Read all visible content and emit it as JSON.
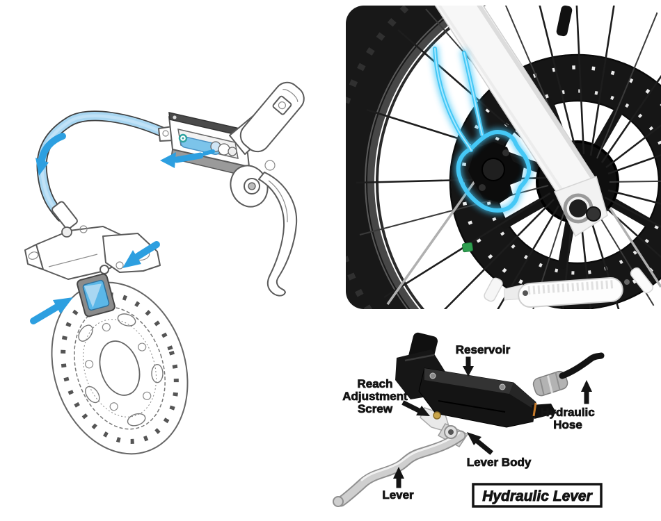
{
  "colors": {
    "background": "#ffffff",
    "arrow_blue": "#2d9fe0",
    "hose_fill_blue": "#a9d7f2",
    "hose_core_blue": "#c3e3f7",
    "highlight_glow_cyan": "#45c8f6",
    "line_art_gray": "#5a5a5a",
    "label_black": "#141414",
    "tire_black": "#181818",
    "fork_white": "#f7f7f7",
    "lever_silver": "#cfcfcf",
    "reach_screw_gold": "#c9a448",
    "piston_blue": "#7cc4ea",
    "pad_window_blue": "#5bb7e8"
  },
  "illustration": {
    "arrow_icons": {
      "curved_hose_arrow": "curved-down-arrow",
      "master_cylinder_arrow": "left-arrow",
      "caliper_upper_arrow": "down-left-arrow",
      "caliper_lower_arrow": "up-right-arrow"
    }
  },
  "photo": {
    "highlight": "caliper-glow-outline"
  },
  "lever_diagram": {
    "labels": {
      "reservoir": "Reservoir",
      "reach_line1": "Reach",
      "reach_line2": "Adjustment",
      "reach_line3": "Screw",
      "hose_line1": "Hydraulic",
      "hose_line2": "Hose",
      "lever_body": "Lever Body",
      "lever": "Lever",
      "caption": "Hydraulic Lever"
    }
  }
}
